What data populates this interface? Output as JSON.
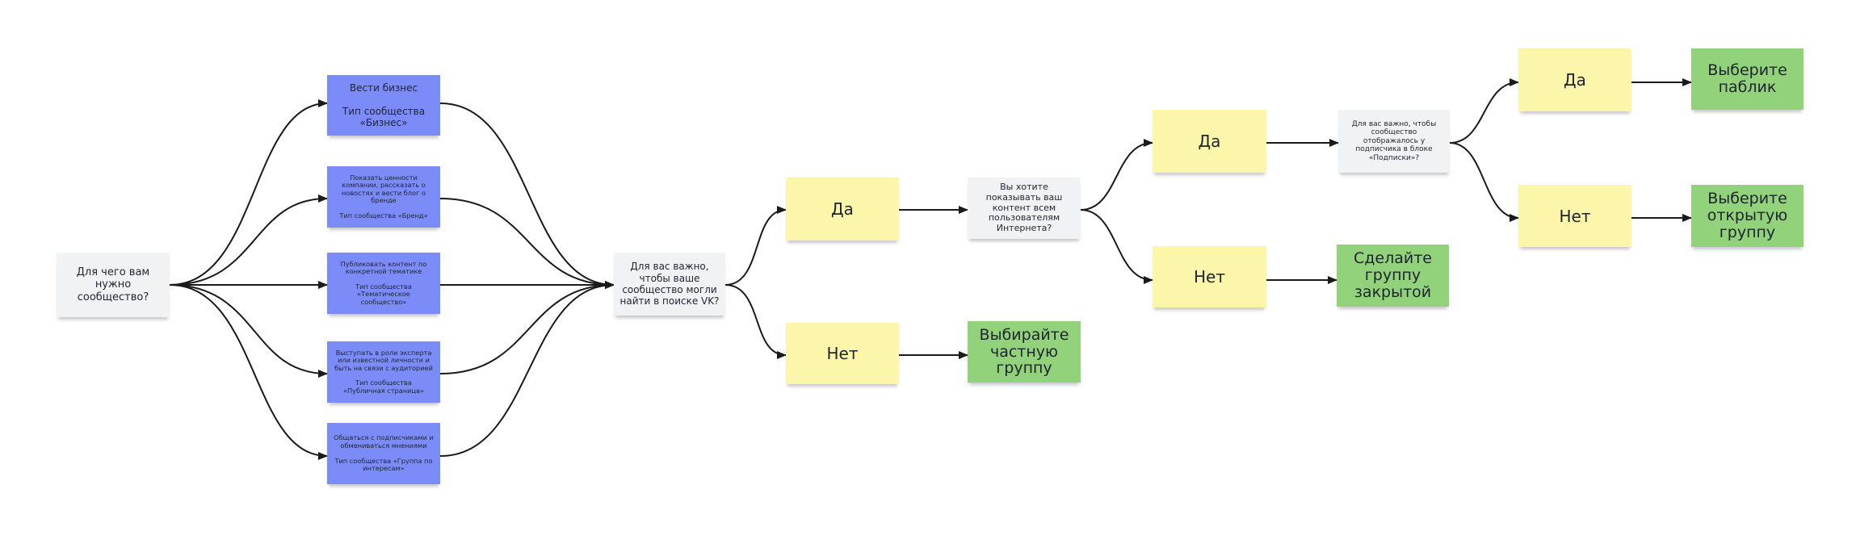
{
  "colors": {
    "question": "#f1f2f4",
    "option": "#7b8cf8",
    "answer": "#fbf6a9",
    "result": "#91d27a",
    "edge": "#1a1a1a"
  },
  "nodes": {
    "start": "Для чего вам нужно сообщество?",
    "purpose_business": "Вести бизнес\n\nТип сообщества «Бизнес»",
    "purpose_brand": "Показать ценности компании, рассказать о новостях и вести блог о бренде\n\nТип сообщества «Бренд»",
    "purpose_thematic": "Публиковать контент по конкретной тематике\n\nТип сообщества «Тематическое сообщество»",
    "purpose_public": "Выступать в роли эксперта или известной личности и быть на связи с аудиторией\n\nТип сообщества «Публичная страница»",
    "purpose_interest": "Общаться с подписчиками и обмениваться мнениями\n\nТип сообщества «Группа по интересам»",
    "q_search": "Для вас важно, чтобы ваше сообщество могли найти в поиске VK?",
    "q_search_yes": "Да",
    "q_search_no": "Нет",
    "r_private": "Выбирайте частную группу",
    "q_internet": "Вы хотите показывать ваш контент всем пользователям Интернета?",
    "q_internet_yes": "Да",
    "q_internet_no": "Нет",
    "r_closed": "Сделайте группу закрытой",
    "q_subscriptions": "Для вас важно, чтобы сообщество отображалось у подписчика в блоке «Подписки»?",
    "q_subs_yes": "Да",
    "q_subs_no": "Нет",
    "r_public": "Выберите паблик",
    "r_open": "Выберите открытую группу"
  }
}
